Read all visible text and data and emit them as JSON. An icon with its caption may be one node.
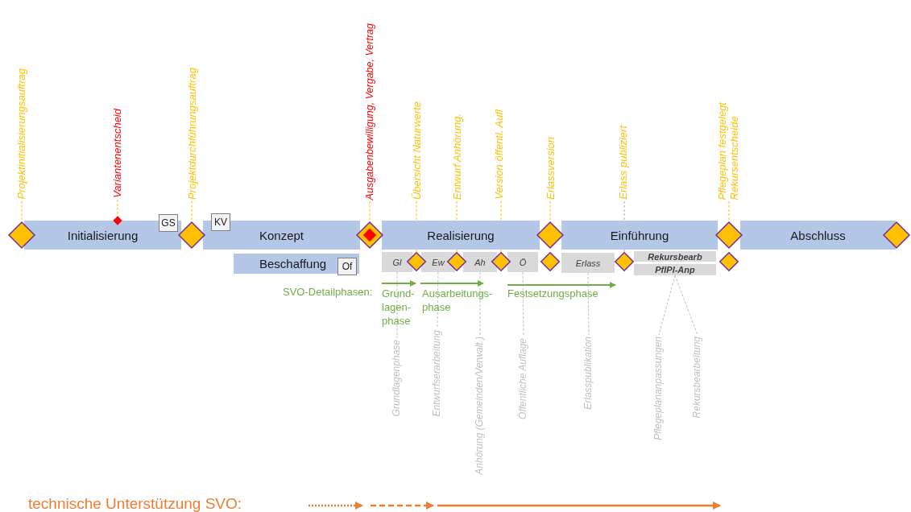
{
  "diagram": {
    "nodes": [
      {
        "text": [
          "Initialisierung"
        ]
      },
      {
        "text": [
          "GS"
        ]
      },
      {
        "text": [
          "Konzept"
        ]
      },
      {
        "text": [
          "KV"
        ]
      },
      {
        "text": [
          "Beschaffung"
        ]
      },
      {
        "text": [
          "Of"
        ],
        "in": 4
      },
      {
        "text": [
          "Realisierung"
        ]
      },
      {
        "text": [
          "Einführung"
        ]
      },
      {
        "text": [
          "Abschluss"
        ]
      },
      {
        "text": [
          "Gl"
        ]
      },
      {
        "text": [
          "Ew"
        ]
      },
      {
        "text": [
          "Ah"
        ]
      },
      {
        "text": [
          "Ö"
        ]
      },
      {
        "text": [
          "Erlass"
        ]
      },
      {
        "text": [
          "Rekursbearb"
        ]
      },
      {
        "text": [
          "PflPl-Anp"
        ]
      },
      {
        "text": [],
        "shape": "diamond"
      },
      {
        "text": [],
        "shape": "diamond"
      },
      {
        "text": [],
        "shape": "diamond"
      },
      {
        "text": [],
        "shape": "diamond"
      },
      {
        "text": [],
        "shape": "diamond"
      },
      {
        "text": [],
        "shape": "diamond"
      },
      {
        "text": [],
        "shape": "diamond"
      },
      {
        "text": [],
        "shape": "diamond"
      },
      {
        "text": [],
        "shape": "diamond"
      },
      {
        "text": [],
        "shape": "diamond"
      },
      {
        "text": [],
        "shape": "diamond"
      },
      {
        "text": [],
        "shape": "diamond"
      },
      {
        "text": [],
        "shape": "diamond"
      },
      {
        "text": [
          "Projektinitialisierungsauftrag"
        ]
      },
      {
        "text": [
          "Variantenentscheid"
        ]
      },
      {
        "text": [
          "Projektdurchführungsauftrag"
        ]
      },
      {
        "text": [
          "Ausgabenbewilligung,  Vergabe, Vertrag"
        ]
      },
      {
        "text": [
          "Übersicht Naturwerte"
        ]
      },
      {
        "text": [
          "Entwurf  Anhörung."
        ]
      },
      {
        "text": [
          "Version  öffentl. Aufl"
        ]
      },
      {
        "text": [
          "Erlassversion"
        ]
      },
      {
        "text": [
          "Erlass publiziert"
        ]
      },
      {
        "text": [
          "Pflegeplan festgelegt",
          "Rekursentscheide"
        ]
      },
      {
        "text": [
          "Grundlagenphase"
        ]
      },
      {
        "text": [
          "Entwurfserarbeitung"
        ]
      },
      {
        "text": [
          "Anhörung (Gemeinden/Verwalt.)"
        ]
      },
      {
        "text": [
          "Öffentliche Auflage"
        ]
      },
      {
        "text": [
          "Erlasspublikation"
        ]
      },
      {
        "text": [
          "Pflegeplananpassungen"
        ]
      },
      {
        "text": [
          "Rekursbearbeitung"
        ]
      }
    ],
    "edges": [
      {
        "from": 29,
        "to": 16,
        "arrow": "none",
        "style": "dashed",
        "color": "#ffc000"
      },
      {
        "from": 30,
        "to": 22,
        "arrow": "none",
        "style": "dashed",
        "color": "#ffc000"
      },
      {
        "from": 31,
        "to": 17,
        "arrow": "none",
        "style": "dashed",
        "color": "#ffc000"
      },
      {
        "from": 32,
        "to": 18,
        "arrow": "none",
        "style": "dashed",
        "color": "#ffc000"
      },
      {
        "from": 33,
        "to": 23,
        "arrow": "none",
        "style": "dashed",
        "color": "#ffc000"
      },
      {
        "from": 34,
        "to": 24,
        "arrow": "none",
        "style": "dashed",
        "color": "#ffc000"
      },
      {
        "from": 35,
        "to": 25,
        "arrow": "none",
        "style": "dashed",
        "color": "#ffc000"
      },
      {
        "from": 36,
        "to": 19,
        "arrow": "none",
        "style": "dashed",
        "color": "#ffc000"
      },
      {
        "from": 37,
        "to": 27,
        "arrow": "none",
        "style": "dashed",
        "color": "#a6a6a6"
      },
      {
        "from": 38,
        "to": 20,
        "arrow": "none",
        "style": "dashed",
        "color": "#ffc000"
      },
      {
        "from": 9,
        "to": 39,
        "arrow": "none",
        "style": "dashed",
        "color": "#bfbfbf"
      },
      {
        "from": 10,
        "to": 40,
        "arrow": "none",
        "style": "dashed",
        "color": "#bfbfbf"
      },
      {
        "from": 11,
        "to": 41,
        "arrow": "none",
        "style": "dashed",
        "color": "#bfbfbf"
      },
      {
        "from": 12,
        "to": 42,
        "arrow": "none",
        "style": "dashed",
        "color": "#bfbfbf"
      },
      {
        "from": 13,
        "to": 43,
        "arrow": "none",
        "style": "dashed",
        "color": "#bfbfbf"
      },
      {
        "from": 15,
        "to": 44,
        "arrow": "none",
        "style": "dashed",
        "color": "#bfbfbf"
      },
      {
        "from": 15,
        "to": 45,
        "arrow": "none",
        "style": "dashed",
        "color": "#bfbfbf"
      }
    ],
    "labels": [
      "SVO-Detailphasen:",
      "Grund- lagen- phase",
      "Ausarbeitungs- phase",
      "Festsetzungsphase",
      "technische Unterstützung SVO:"
    ]
  }
}
